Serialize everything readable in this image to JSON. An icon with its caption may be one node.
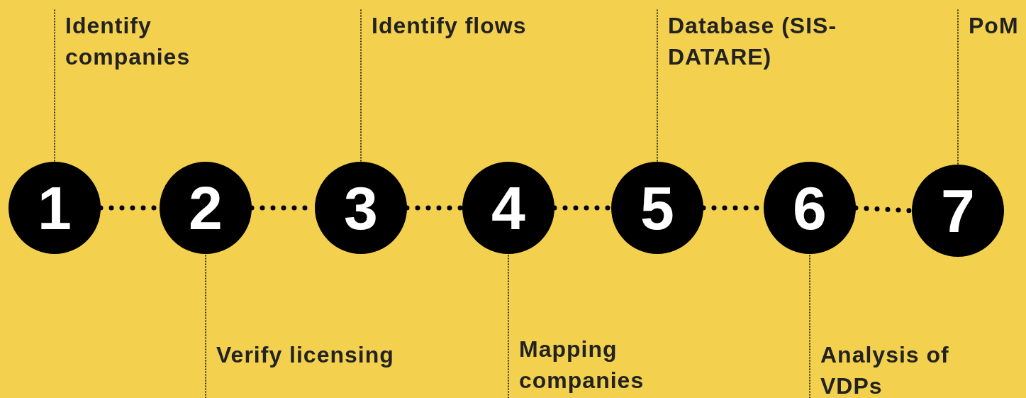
{
  "diagram": {
    "nodes": [
      {
        "text": [
          "1"
        ]
      },
      {
        "text": [
          "2"
        ]
      },
      {
        "text": [
          "3"
        ]
      },
      {
        "text": [
          "4"
        ]
      },
      {
        "text": [
          "5"
        ]
      },
      {
        "text": [
          "6"
        ]
      },
      {
        "text": [
          "7"
        ]
      },
      {
        "text": [
          "Identify companies"
        ]
      },
      {
        "text": [
          "Verify licensing"
        ]
      },
      {
        "text": [
          "Identify flows"
        ]
      },
      {
        "text": [
          "Mapping companies"
        ]
      },
      {
        "text": [
          "Database (SIS-DATARE)"
        ]
      },
      {
        "text": [
          "Analysis of VDPs"
        ]
      },
      {
        "text": [
          "PoM"
        ]
      }
    ],
    "edges": [
      {
        "from": 0,
        "to": 1,
        "arrow": "none",
        "style": "dashed"
      },
      {
        "from": 1,
        "to": 2,
        "arrow": "none",
        "style": "dashed"
      },
      {
        "from": 2,
        "to": 3,
        "arrow": "none",
        "style": "dashed"
      },
      {
        "from": 3,
        "to": 4,
        "arrow": "none",
        "style": "dashed"
      },
      {
        "from": 4,
        "to": 5,
        "arrow": "none",
        "style": "dashed"
      },
      {
        "from": 5,
        "to": 6,
        "arrow": "none",
        "style": "dashed"
      },
      {
        "from": 7,
        "to": 0,
        "arrow": "none",
        "style": "dashed"
      },
      {
        "from": 8,
        "to": 1,
        "arrow": "none",
        "style": "dashed"
      },
      {
        "from": 9,
        "to": 2,
        "arrow": "none",
        "style": "dashed"
      },
      {
        "from": 10,
        "to": 3,
        "arrow": "none",
        "style": "dashed"
      },
      {
        "from": 11,
        "to": 4,
        "arrow": "none",
        "style": "dashed"
      },
      {
        "from": 12,
        "to": 5,
        "arrow": "none",
        "style": "dashed"
      },
      {
        "from": 13,
        "to": 6,
        "arrow": "none",
        "style": "dashed"
      }
    ]
  }
}
